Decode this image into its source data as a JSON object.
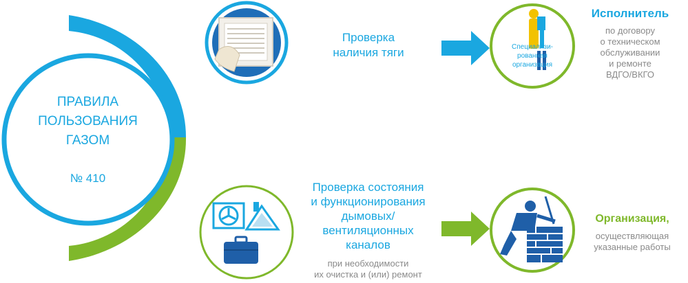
{
  "center": {
    "title_lines": [
      "ПРАВИЛА",
      "ПОЛЬЗОВАНИЯ",
      "ГАЗОМ"
    ],
    "number": "№ 410"
  },
  "step1": {
    "label_lines": [
      "Проверка",
      "наличия тяги"
    ]
  },
  "step2": {
    "label_lines": [
      "Проверка состояния",
      "и функционирования",
      "дымовых/",
      "вентиляционных",
      "каналов"
    ],
    "note_lines": [
      "при необходимости",
      "их очистка и (или) ремонт"
    ]
  },
  "executor": {
    "title": "Исполнитель",
    "desc_lines": [
      "по договору",
      "о техническом",
      "обслуживании",
      "и ремонте",
      "ВДГО/ВКГО"
    ],
    "icon_label_lines": [
      "Специализи-",
      "рованная",
      "организация"
    ]
  },
  "organization": {
    "title": "Организация,",
    "desc_lines": [
      "осуществляющая",
      "указанные работы"
    ]
  },
  "colors": {
    "blue": "#1aa7e0",
    "green": "#7fb82b",
    "dark_blue": "#1f5fa8",
    "gray": "#8a8a8a"
  },
  "icons": [
    "vent-grille-icon",
    "specialist-worker-icon",
    "vent-fan-icon",
    "roof-icon",
    "toolbox-icon",
    "chimney-worker-icon"
  ]
}
